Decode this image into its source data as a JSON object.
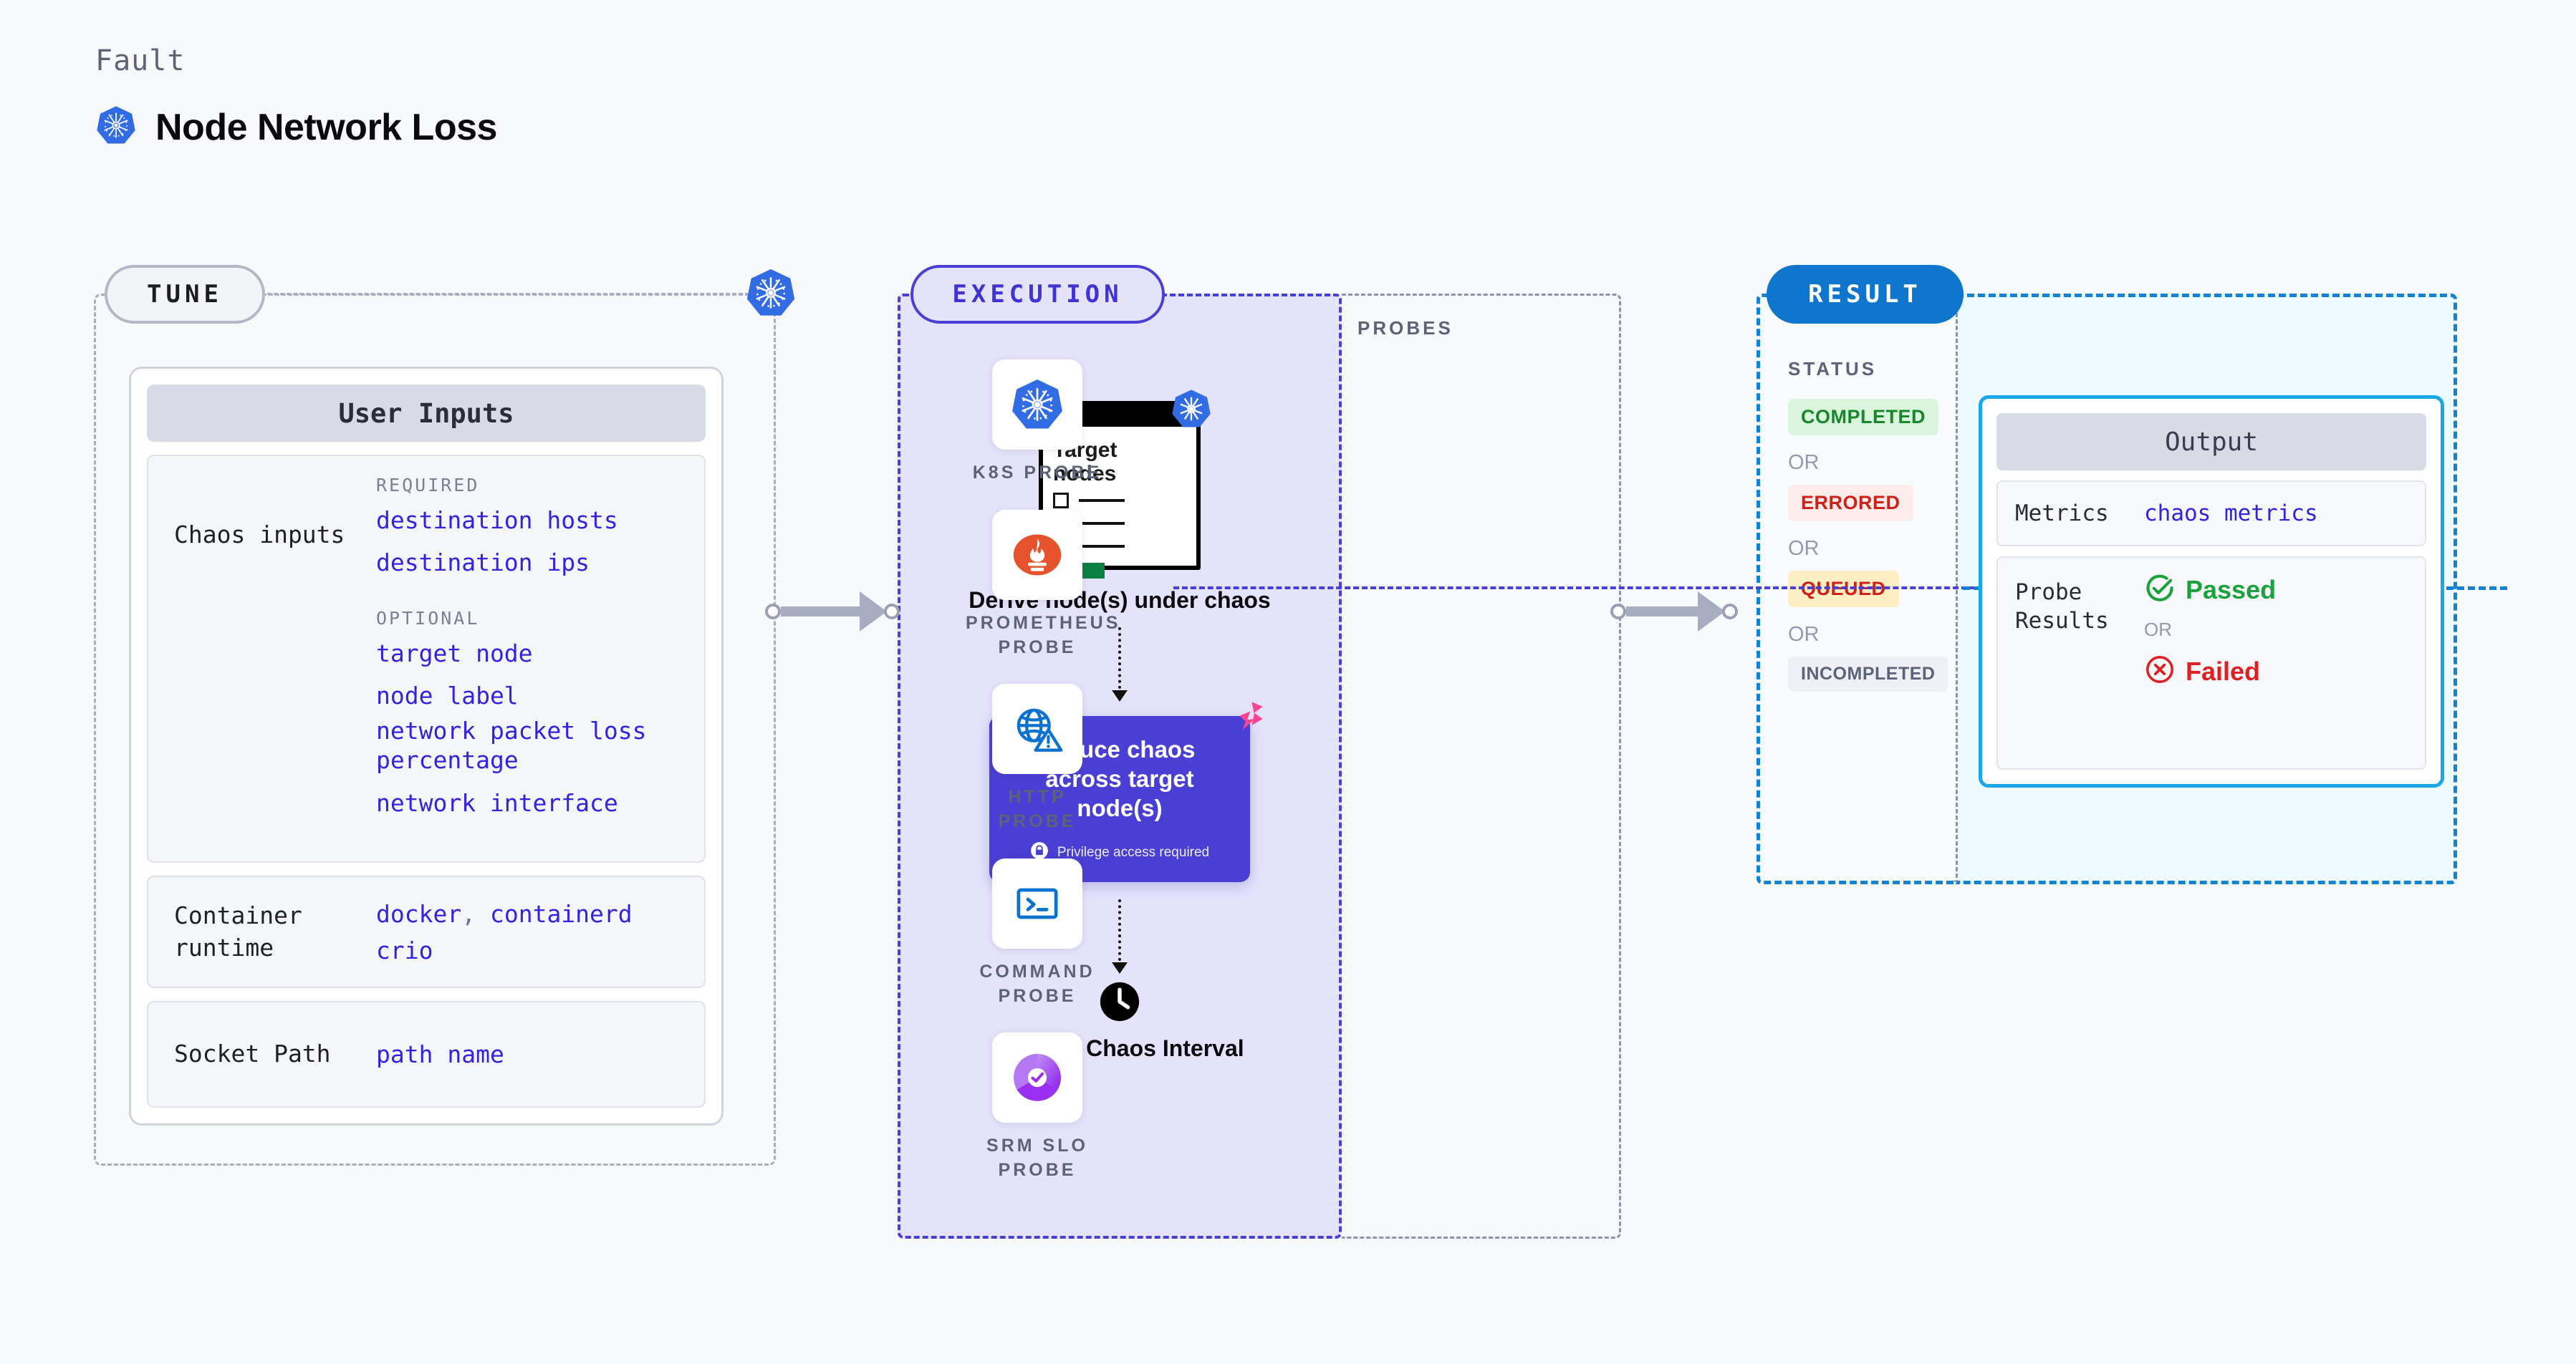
{
  "header": {
    "eyebrow": "Fault",
    "title": "Node Network Loss",
    "icon": "kubernetes-icon"
  },
  "stages": {
    "tune": {
      "badge": "TUNE",
      "k8s_icon": "kubernetes-icon",
      "card": {
        "header": "User Inputs",
        "groups": [
          {
            "label": "Chaos inputs",
            "sections": [
              {
                "heading": "REQUIRED",
                "params": [
                  "destination hosts",
                  "destination ips"
                ]
              },
              {
                "heading": "OPTIONAL",
                "params": [
                  "target node",
                  "node label",
                  "network packet loss percentage",
                  "network interface"
                ]
              }
            ]
          },
          {
            "label": "Container runtime",
            "params_line1": [
              "docker",
              "containerd"
            ],
            "separator": ",",
            "params_line2": [
              "crio"
            ]
          },
          {
            "label": "Socket Path",
            "params": [
              "path name"
            ]
          }
        ]
      }
    },
    "execution": {
      "badge": "EXECUTION",
      "flow": [
        {
          "type": "target-card",
          "heading": "Target nodes",
          "icon": "kubernetes-icon",
          "caption": "Derive node(s) under chaos"
        },
        {
          "type": "induce-card",
          "text": "Induce chaos across target node(s)",
          "privilege_note": "Privilege access required",
          "privilege_icon": "lock-icon",
          "corner_icon": "harness-chaos-icon",
          "color": "#4a3fd4"
        },
        {
          "type": "wait-step",
          "icon": "clock-icon",
          "caption": "Wait for Chaos Interval"
        }
      ],
      "probes": {
        "title": "PROBES",
        "items": [
          {
            "label": "K8S PROBE",
            "icon": "kubernetes-icon"
          },
          {
            "label": "PROMETHEUS PROBE",
            "icon": "prometheus-icon"
          },
          {
            "label": "HTTP PROBE",
            "icon": "globe-warning-icon"
          },
          {
            "label": "COMMAND PROBE",
            "icon": "terminal-icon"
          },
          {
            "label": "SRM SLO PROBE",
            "icon": "srm-slo-icon"
          }
        ]
      }
    },
    "result": {
      "badge": "RESULT",
      "status": {
        "title": "STATUS",
        "or_label": "OR",
        "items": [
          {
            "label": "COMPLETED",
            "bg": "#d9f5dc",
            "fg": "#18862c"
          },
          {
            "label": "ERRORED",
            "bg": "#fdeceb",
            "fg": "#cf2118"
          },
          {
            "label": "QUEUED",
            "bg": "#fdefc3",
            "fg": "#cf2118"
          },
          {
            "label": "INCOMPLETED",
            "bg": "#eef0f5",
            "fg": "#5c6378"
          }
        ]
      },
      "output": {
        "header": "Output",
        "metrics_label": "Metrics",
        "metrics_value": "chaos metrics",
        "probe_results_label": "Probe Results",
        "or_label": "OR",
        "passed_label": "Passed",
        "failed_label": "Failed",
        "passed_color": "#1aa33c",
        "failed_color": "#e02020"
      }
    }
  },
  "colors": {
    "background": "#f8f9fb",
    "tune_border": "#a9aebd",
    "execution": "#4a3fd4",
    "result": "#1282d4",
    "param_text": "#3322e0"
  }
}
